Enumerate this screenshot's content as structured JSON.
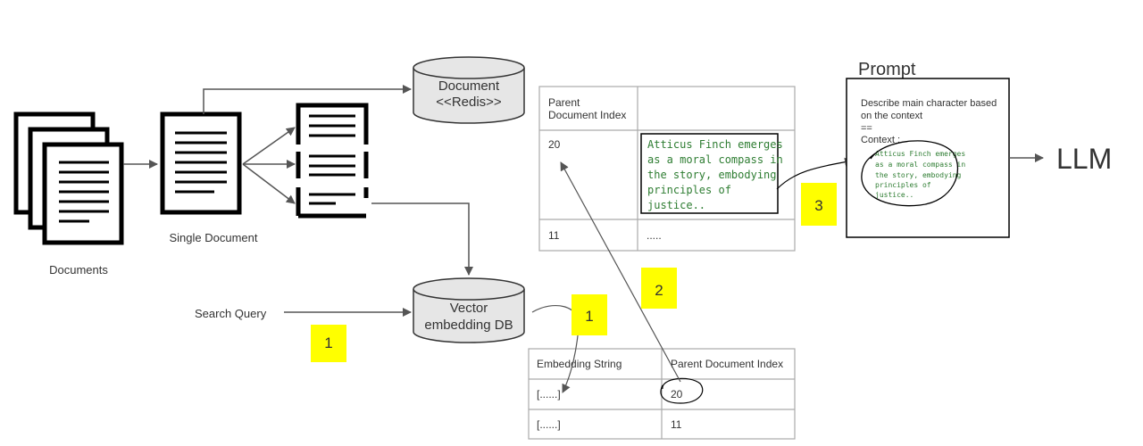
{
  "labels": {
    "documents": "Documents",
    "single_document": "Single Document",
    "redis_store": [
      "Document",
      "<<Redis>>"
    ],
    "vector_db": [
      "Vector",
      "embedding DB"
    ],
    "search_query": "Search Query",
    "llm": "LLM",
    "prompt_title": "Prompt"
  },
  "parent_table": {
    "header": [
      "Parent",
      "Document Index"
    ],
    "rows": [
      {
        "index": "20",
        "text": [
          "Atticus Finch emerges",
          "as a moral compass in",
          "the story, embodying",
          "principles of",
          "justice.."
        ]
      },
      {
        "index": "11",
        "text": "....."
      }
    ]
  },
  "embedding_table": {
    "headers": [
      "Embedding String",
      "Parent Document Index"
    ],
    "rows": [
      [
        "[......]",
        "20"
      ],
      [
        "[......]",
        "11"
      ]
    ]
  },
  "prompt": {
    "lines": [
      "Describe main character based",
      "on the context",
      "==",
      "Context :"
    ],
    "context": [
      "Atticus Finch emerges",
      "as a moral compass in",
      "the story, embodying",
      "principles of",
      "justice.."
    ]
  },
  "steps": {
    "query_step": "1",
    "lookup_step": "1",
    "fetch_step": "2",
    "prompt_step": "3"
  },
  "colors": {
    "note_yellow": "#ffff00",
    "text_green": "#2e7d32",
    "db_fill": "#e6e6e6",
    "line": "#555555"
  }
}
